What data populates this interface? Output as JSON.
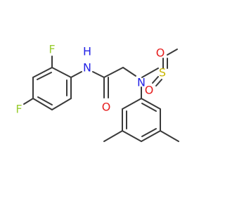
{
  "colors": {
    "background": "#ffffff",
    "bond": "#3a3a3a",
    "fluorine": "#9acd32",
    "nitrogen": "#2323e6",
    "oxygen": "#e61e1e",
    "sulfur": "#c8b400"
  },
  "atoms": {
    "f_top": "F",
    "f_left": "F",
    "nh_n": "N",
    "nh_h": "H",
    "amide_o": "O",
    "sulfonamide_n": "N",
    "sulfur": "S",
    "sulfonyl_o_upper": "O",
    "sulfonyl_o_lower": "O"
  }
}
